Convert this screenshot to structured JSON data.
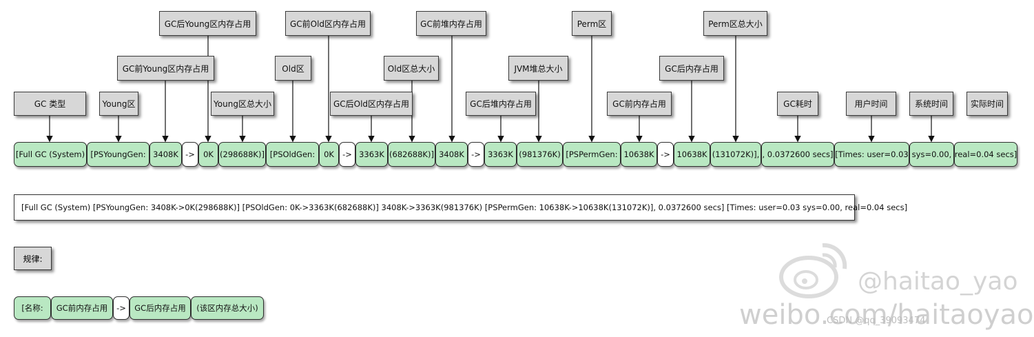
{
  "labels": {
    "gc_type": "GC 类型",
    "young_area": "Young区",
    "young_before": "GC前Young区内存占用",
    "young_after": "GC后Young区内存占用",
    "young_total": "Young区总大小",
    "old_area": "Old区",
    "old_before": "GC前Old区内存占用",
    "old_after": "GC后Old区内存占用",
    "old_total": "Old区总大小",
    "heap_before": "GC前堆内存占用",
    "heap_after": "GC后堆内存占用",
    "jvm_total": "JVM堆总大小",
    "perm_area": "Perm区",
    "perm_before": "GC前内存占用",
    "perm_after": "GC后内存占用",
    "perm_total": "Perm区总大小",
    "gc_time": "GC耗时",
    "user_time": "用户时间",
    "sys_time": "系统时间",
    "real_time": "实际时间"
  },
  "cells": {
    "c1": "[Full GC (System)",
    "c2": "[PSYoungGen:",
    "c3": "3408K",
    "c4": "->",
    "c5": "0K",
    "c6": "(298688K)]",
    "c7": "[PSOldGen:",
    "c8": "0K",
    "c9": "->",
    "c10": "3363K",
    "c11": "(682688K)]",
    "c12": "3408K",
    "c13": "->",
    "c14": "3363K",
    "c15": "(981376K)",
    "c16": "[PSPermGen:",
    "c17": "10638K",
    "c18": "->",
    "c19": "10638K",
    "c20": "(131072K)],",
    "c21": ", 0.0372600 secs]",
    "c22": "[Times: user=0.03",
    "c23": "sys=0.00,",
    "c24": "real=0.04 secs]"
  },
  "full_line": "[Full GC (System) [PSYoungGen: 3408K->0K(298688K)] [PSOldGen: 0K->3363K(682688K)] 3408K->3363K(981376K) [PSPermGen: 10638K->10638K(131072K)], 0.0372600 secs] [Times: user=0.03 sys=0.00, real=0.04 secs]",
  "rule_label": "规律:",
  "rule_cells": {
    "r1": "[名称:",
    "r2": "GC前内存占用",
    "r3": "->",
    "r4": "GC后内存占用",
    "r5": "(该区内存总大小)"
  },
  "watermark": {
    "handle": "@haitao_yao",
    "url": "weibo.com/haitaoyao",
    "csdn": "CSDN @qq_39093474"
  },
  "colors": {
    "label_box": "#d7d7d7",
    "cell_fill": "#b9e8c2",
    "arrow_cell_fill": "#ffffff"
  }
}
